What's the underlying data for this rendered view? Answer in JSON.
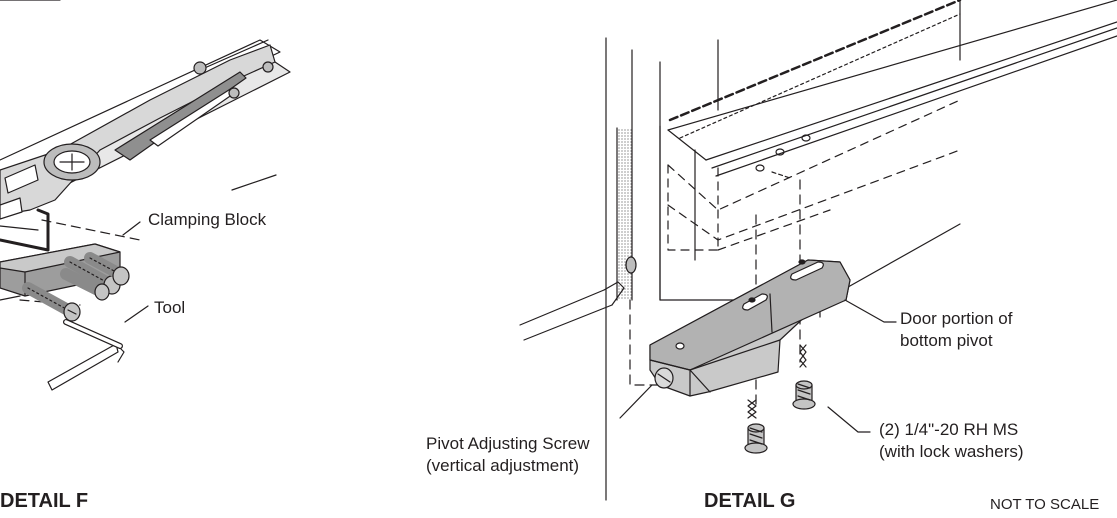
{
  "labels": {
    "clamping_block": "Clamping Block",
    "tool": "Tool",
    "door_portion_line1": "Door portion of",
    "door_portion_line2": "bottom pivot",
    "screws_line1": "(2) 1/4\"-20 RH MS",
    "screws_line2": "(with lock washers)",
    "pivot_screw_line1": "Pivot Adjusting Screw",
    "pivot_screw_line2": "(vertical adjustment)"
  },
  "titles": {
    "detail_f": "DETAIL F",
    "detail_g": "DETAIL G"
  },
  "scale_note": "NOT TO SCALE",
  "colors": {
    "ink": "#231f20",
    "part_fill": "#9d9d9d",
    "part_light": "#c9c9c9",
    "part_dark": "#6f6f6f"
  }
}
